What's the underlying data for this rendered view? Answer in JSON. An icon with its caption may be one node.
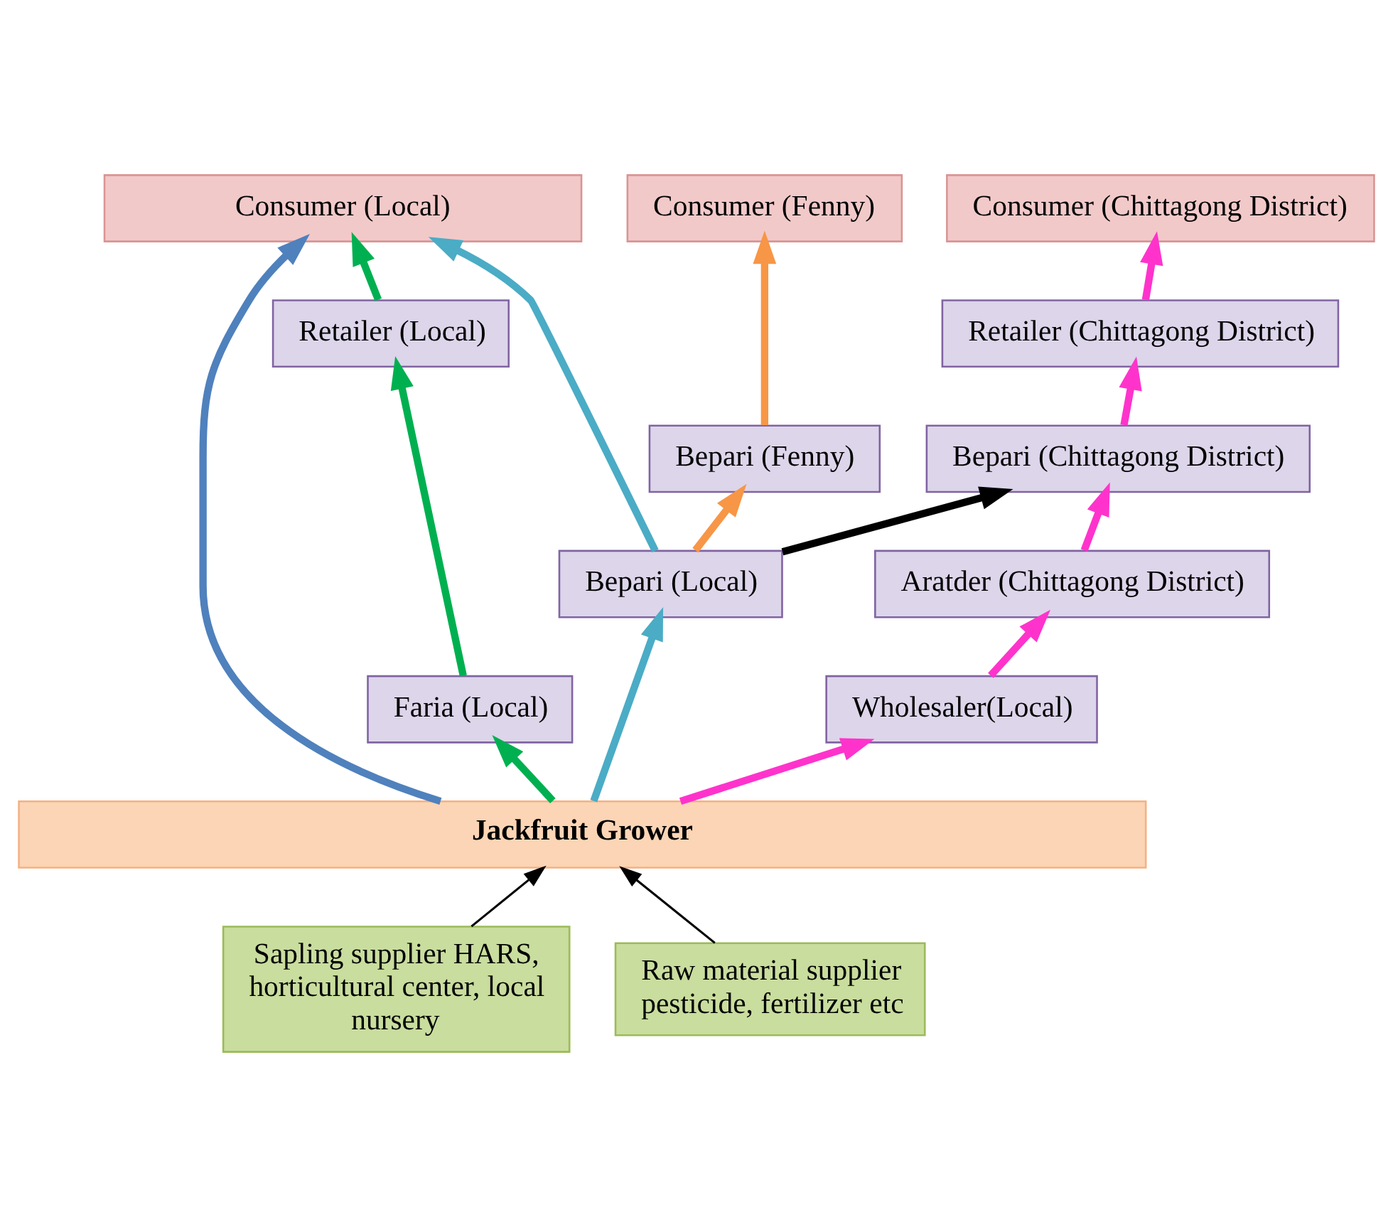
{
  "diagram": {
    "nodes": [
      {
        "text": [
          "Consumer (Chittagong District)"
        ]
      },
      {
        "text": [
          "Consumer (Fenny)"
        ]
      },
      {
        "text": [
          "Consumer (Local)"
        ]
      },
      {
        "text": [
          "Retailer (Chittagong District)"
        ]
      },
      {
        "text": [
          "Retailer (Local)"
        ]
      },
      {
        "text": [
          "Bepari (Fenny)"
        ]
      },
      {
        "text": [
          "Bepari (Chittagong District)"
        ]
      },
      {
        "text": [
          "Faria (Local)"
        ]
      },
      {
        "text": [
          "Bepari (Local)"
        ]
      },
      {
        "text": [
          "Aratder (Chittagong District)"
        ]
      },
      {
        "text": [
          "Wholesaler(Local)"
        ]
      },
      {
        "text": [
          "Jackfruit Grower"
        ]
      },
      {
        "text": [
          "Sapling supplier HARS, horticultural center, local nursery"
        ]
      },
      {
        "text": [
          "Raw material supplier pesticide, fertilizer etc"
        ]
      }
    ],
    "edges": [
      {
        "from": 11,
        "to": 10,
        "arrow": "to",
        "color": "#ff33cc"
      },
      {
        "from": 10,
        "to": 9,
        "arrow": "to",
        "color": "#ff33cc"
      },
      {
        "from": 9,
        "to": 6,
        "arrow": "to",
        "color": "#ff33cc"
      },
      {
        "from": 6,
        "to": 3,
        "arrow": "to",
        "color": "#ff33cc"
      },
      {
        "from": 3,
        "to": 0,
        "arrow": "to",
        "color": "#ff33cc"
      },
      {
        "from": 8,
        "to": 6,
        "arrow": "to",
        "color": "#000000"
      },
      {
        "from": 11,
        "to": 8,
        "arrow": "to",
        "color": "#4bacc6"
      },
      {
        "from": 8,
        "to": 5,
        "arrow": "to",
        "color": "#f79646"
      },
      {
        "from": 5,
        "to": 1,
        "arrow": "to",
        "color": "#f79646"
      },
      {
        "from": 8,
        "to": 2,
        "arrow": "to",
        "color": "#4bacc6"
      },
      {
        "from": 11,
        "to": 2,
        "arrow": "to",
        "color": "#4f81bd"
      },
      {
        "from": 11,
        "to": 7,
        "arrow": "to",
        "color": "#00b050"
      },
      {
        "from": 7,
        "to": 4,
        "arrow": "to",
        "color": "#00b050"
      },
      {
        "from": 4,
        "to": 2,
        "arrow": "to",
        "color": "#00b050"
      },
      {
        "from": 12,
        "to": 11,
        "arrow": "to",
        "color": "#000000"
      },
      {
        "from": 13,
        "to": 11,
        "arrow": "to",
        "color": "#000000"
      }
    ]
  }
}
